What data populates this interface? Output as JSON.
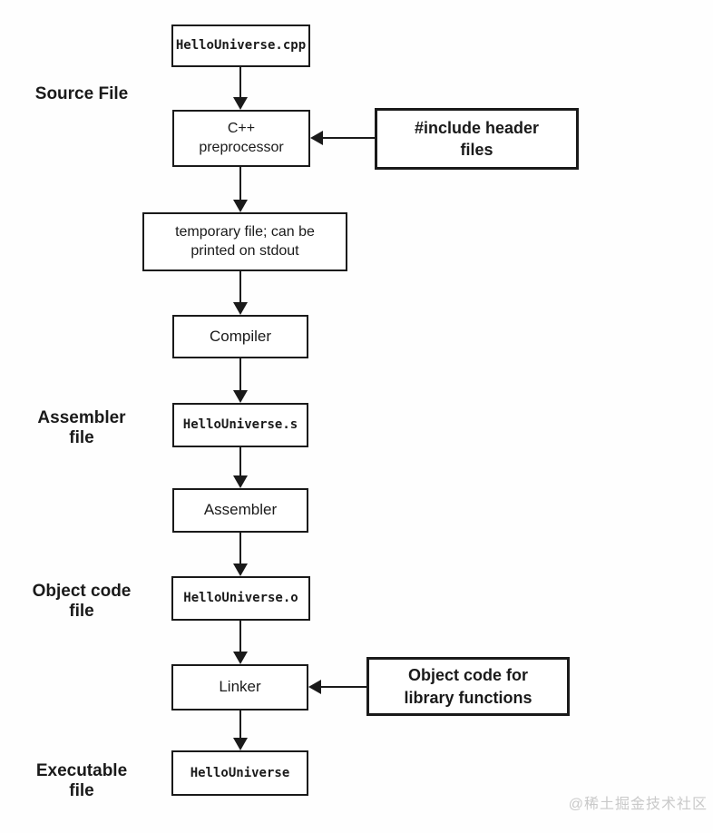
{
  "stage_labels": {
    "source": "Source File",
    "assembler": "Assembler\nfile",
    "object": "Object code\nfile",
    "executable": "Executable\nfile"
  },
  "boxes": {
    "source_file": "HelloUniverse.cpp",
    "preprocessor": "C++\npreprocessor",
    "temp_file": "temporary file; can be\nprinted on stdout",
    "compiler": "Compiler",
    "assembly_file": "HelloUniverse.s",
    "assembler": "Assembler",
    "object_file": "HelloUniverse.o",
    "linker": "Linker",
    "executable_file": "HelloUniverse"
  },
  "side_boxes": {
    "include_headers": "#include header\nfiles",
    "library_objects": "Object code for\nlibrary functions"
  },
  "watermark": "@稀土掘金技术社区",
  "colors": {
    "line": "#1a1a1a",
    "background": "#fefefe",
    "watermark": "#c9c9c9"
  }
}
